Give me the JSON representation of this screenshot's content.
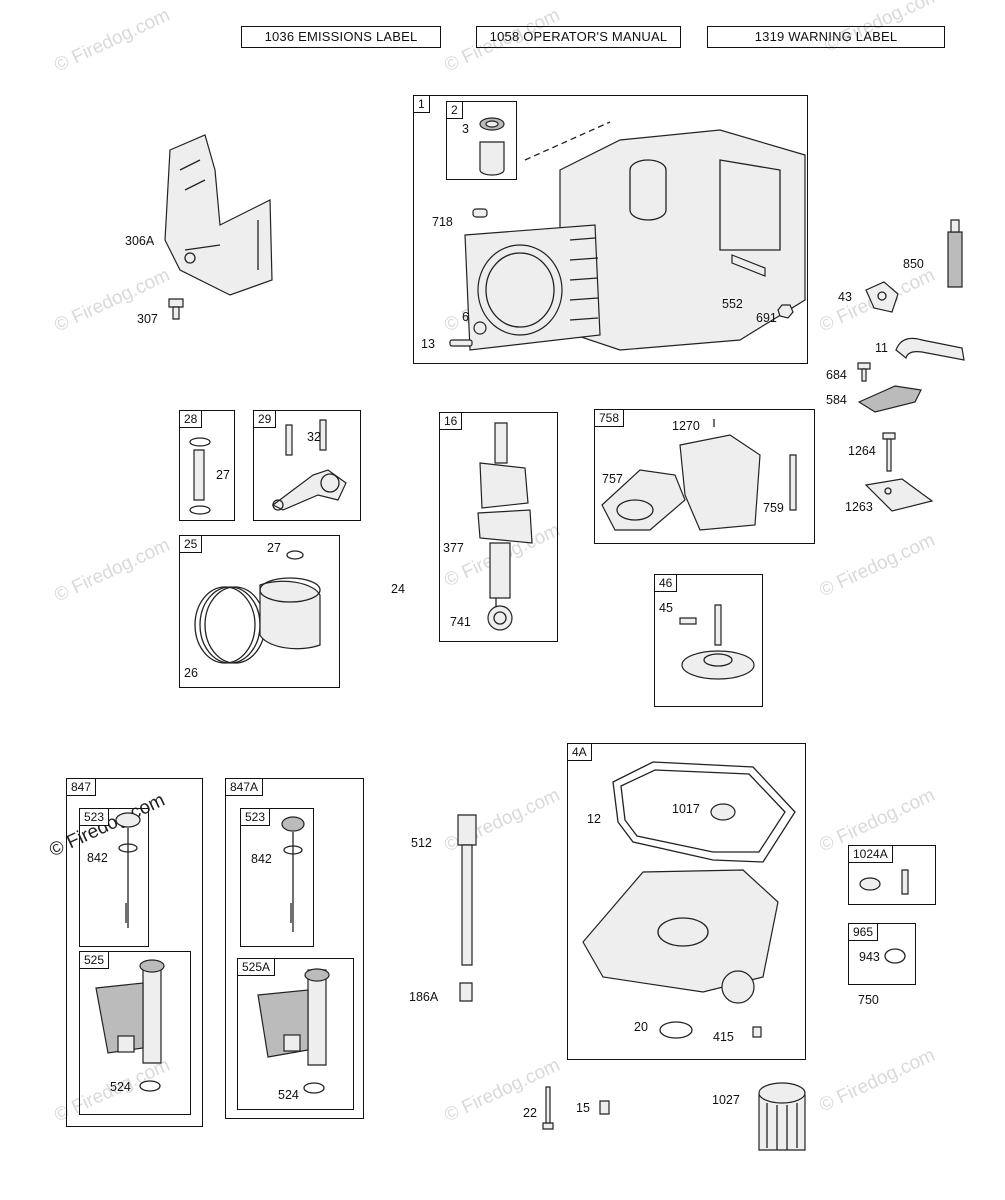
{
  "header_labels": [
    "1036 EMISSIONS LABEL",
    "1058 OPERATOR'S MANUAL",
    "1319 WARNING LABEL"
  ],
  "watermark": "© Firedog.com",
  "boxes": {
    "b1": "1",
    "b2": "2",
    "b28": "28",
    "b29": "29",
    "b16": "16",
    "b758": "758",
    "b25": "25",
    "b46": "46",
    "b847": "847",
    "b523a": "523",
    "b525": "525",
    "b847A": "847A",
    "b523b": "523",
    "b525A": "525A",
    "b4A": "4A",
    "b1024A": "1024A",
    "b965": "965"
  },
  "labels": {
    "l306A": "306A",
    "l307": "307",
    "l3": "3",
    "l718": "718",
    "l6": "6",
    "l13": "13",
    "l552": "552",
    "l691": "691",
    "l850": "850",
    "l43": "43",
    "l11": "11",
    "l684": "684",
    "l584": "584",
    "l1264": "1264",
    "l1263": "1263",
    "l27a": "27",
    "l32": "32",
    "l27b": "27",
    "l26": "26",
    "l377": "377",
    "l24": "24",
    "l741": "741",
    "l1270": "1270",
    "l757": "757",
    "l759": "759",
    "l45": "45",
    "l842a": "842",
    "l524a": "524",
    "l842b": "842",
    "l524b": "524",
    "l512": "512",
    "l186A": "186A",
    "l12": "12",
    "l1017": "1017",
    "l20": "20",
    "l415": "415",
    "l943": "943",
    "l750": "750",
    "l22": "22",
    "l15": "15",
    "l1027": "1027"
  }
}
